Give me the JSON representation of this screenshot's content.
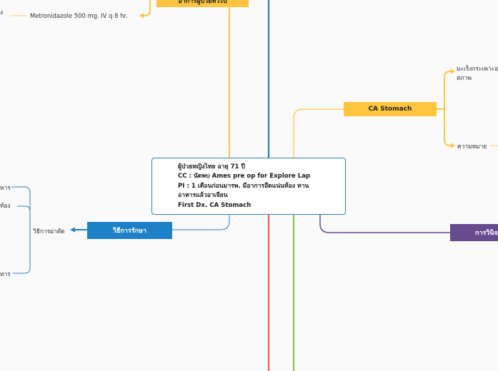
{
  "central": {
    "lines": [
      "ผู้ป่วยหญิงไทย อายุ 71 ปี",
      "CC : นัดพบ Ames pre op for Explore Lap",
      "PI : 1 เดือนก่อนมารพ. มีอาการอืดแน่นท้อง ทาน",
      "อาหารแล้วอาเจียน",
      "First Dx. CA Stomach"
    ]
  },
  "branches": {
    "top": {
      "label": "อาการผู้ป่วยทั่วไป"
    },
    "ca_stomach": {
      "label": "CA Stomach",
      "children": [
        "มะเร็งกระเพาะอาหาร",
        "สภาพ",
        "ความหมาย"
      ]
    },
    "treatment": {
      "label": "วิธีการรักษา",
      "child": "วิธีการผ่าตัด",
      "subchildren": [
        "หาร",
        "ท้อง",
        "หาร"
      ]
    },
    "diagnosis": {
      "label": "การวินิจฉัย"
    }
  },
  "drug_note": {
    "prefix": "ง",
    "text": "Metronidazole 500 mg. IV q 8 hr."
  },
  "colors": {
    "blue": "#2c7fc0",
    "yellow": "#fdc63e",
    "green": "#8cc63f",
    "red": "#ee5a5a",
    "purple": "#664b91",
    "treatment": "#1e80c6"
  }
}
